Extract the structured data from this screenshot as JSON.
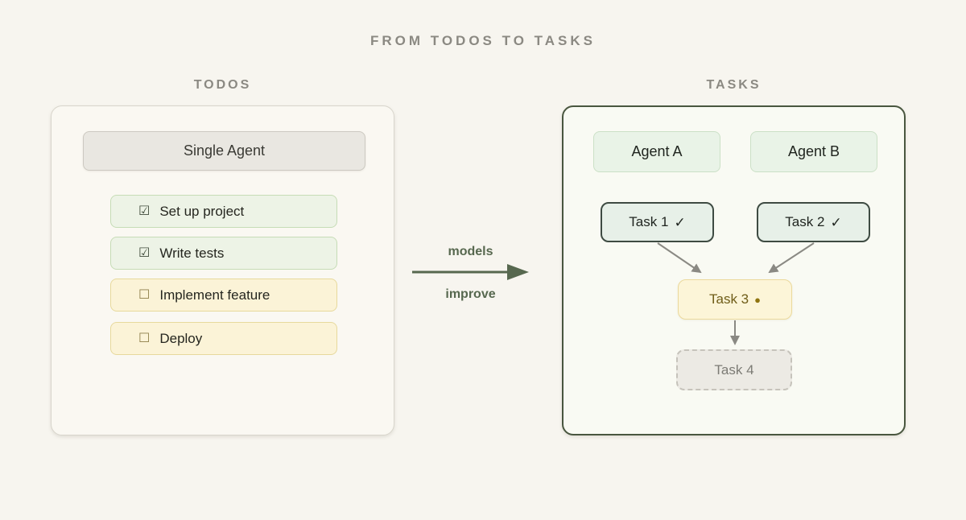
{
  "title": "FROM TODOS TO TASKS",
  "todos_panel": {
    "heading": "TODOS",
    "agent_label": "Single Agent",
    "items": [
      {
        "checkbox_icon": "☑",
        "label": "Set up project",
        "state": "done"
      },
      {
        "checkbox_icon": "☑",
        "label": "Write tests",
        "state": "done"
      },
      {
        "checkbox_icon": "☐",
        "label": "Implement feature",
        "state": "pending"
      },
      {
        "checkbox_icon": "☐",
        "label": "Deploy",
        "state": "pending"
      }
    ]
  },
  "transition": {
    "label_top": "models",
    "label_bottom": "improve"
  },
  "tasks_panel": {
    "heading": "TASKS",
    "agents": [
      {
        "label": "Agent A"
      },
      {
        "label": "Agent B"
      }
    ],
    "tasks": [
      {
        "label": "Task 1",
        "status_icon": "✓",
        "status": "done"
      },
      {
        "label": "Task 2",
        "status_icon": "✓",
        "status": "done"
      },
      {
        "label": "Task 3",
        "status_icon": "●",
        "status": "in-progress"
      },
      {
        "label": "Task 4",
        "status_icon": "",
        "status": "queued"
      }
    ]
  },
  "colors": {
    "page_background": "#F7F5EF",
    "heading_gray": "#8B8982",
    "todos_panel_border": "#D8D5CC",
    "tasks_panel_border": "#49563F",
    "single_agent_bg": "#E9E7E1",
    "done_item_bg": "#EDF3E6",
    "done_item_border": "#C6DCB6",
    "pending_item_bg": "#FBF3D7",
    "pending_item_border": "#E7D99C",
    "agent_box_bg": "#E9F3E7",
    "task_done_bg": "#E7F0E8",
    "task_done_border": "#3E4B42",
    "task_active_bg": "#FCF5D8",
    "task_active_text": "#6F5D18",
    "task_queued_bg": "#ECEAE4",
    "task_queued_text": "#7C7B75",
    "transition_arrow_green": "#57684F",
    "dependency_arrow_gray": "#8A8983"
  }
}
